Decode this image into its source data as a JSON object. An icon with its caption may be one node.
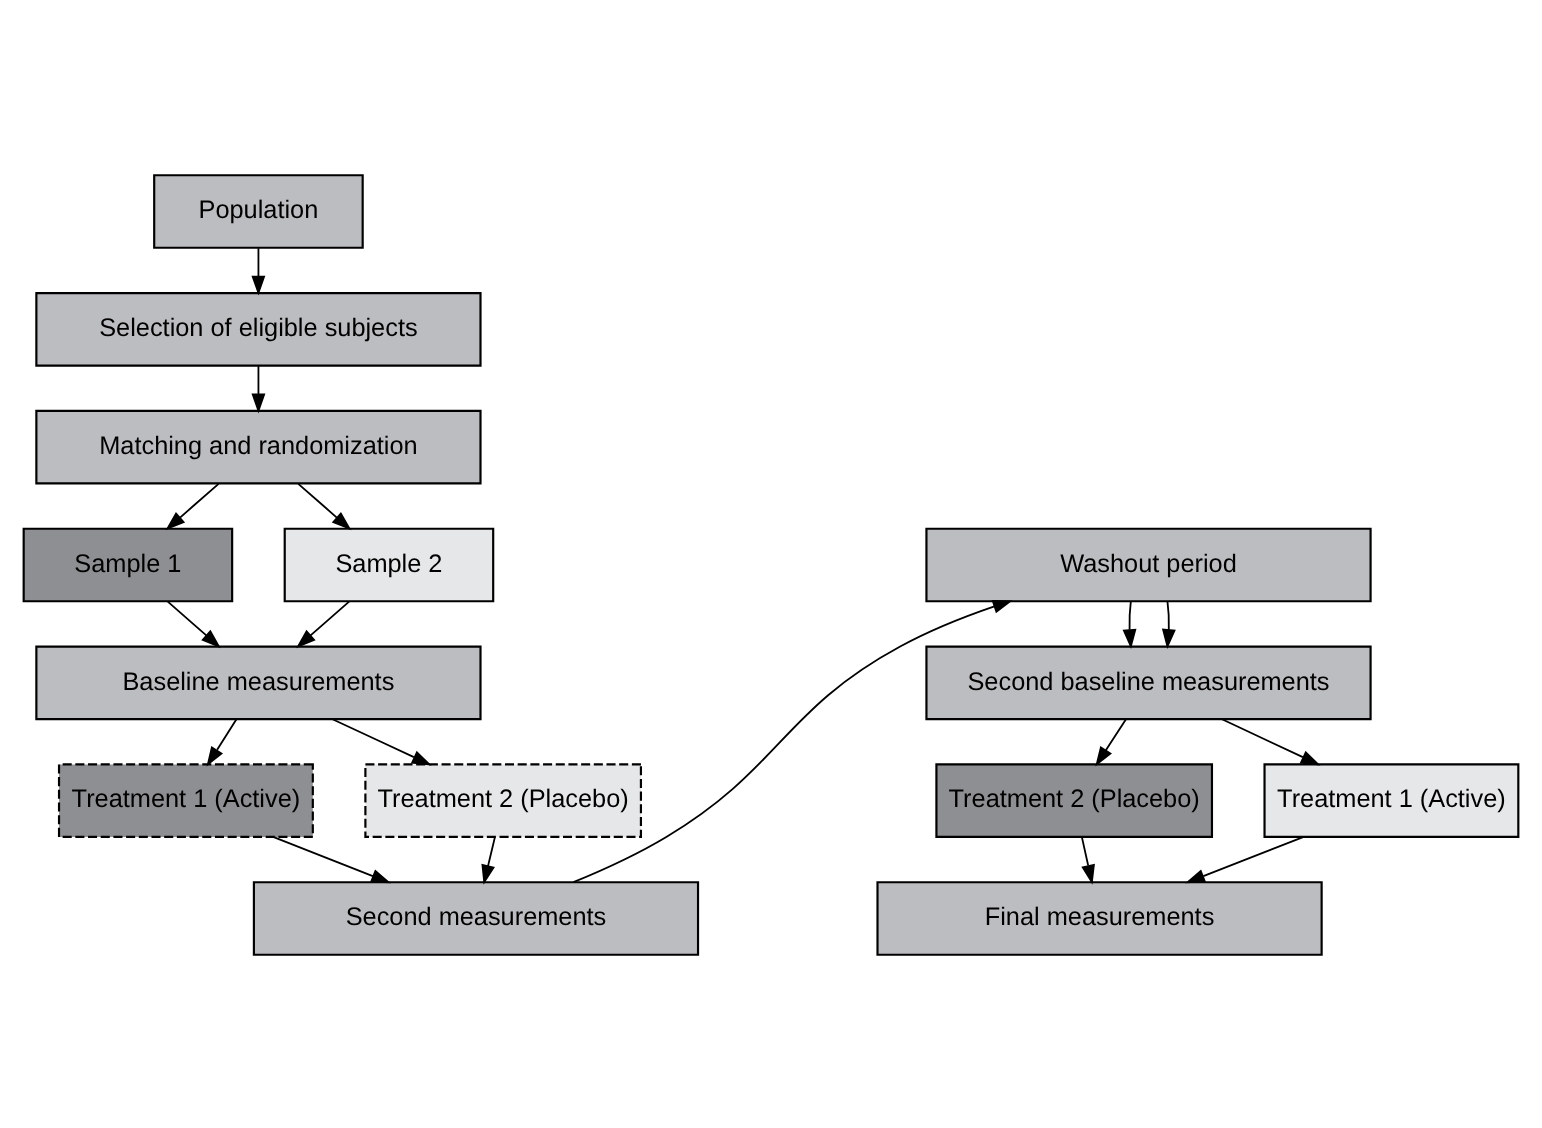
{
  "diagram": {
    "nodes": [
      {
        "text": [
          "Population"
        ]
      },
      {
        "text": [
          "Selection of eligible subjects"
        ]
      },
      {
        "text": [
          "Matching and randomization"
        ]
      },
      {
        "text": [
          "Sample 1"
        ]
      },
      {
        "text": [
          "Sample 2"
        ]
      },
      {
        "text": [
          "Baseline measurements"
        ]
      },
      {
        "text": [
          "Treatment 1 (Active)"
        ]
      },
      {
        "text": [
          "Treatment 2 (Placebo)"
        ]
      },
      {
        "text": [
          "Second measurements"
        ]
      },
      {
        "text": [
          "Washout period"
        ]
      },
      {
        "text": [
          "Second baseline measurements"
        ]
      },
      {
        "text": [
          "Treatment 2 (Placebo)"
        ]
      },
      {
        "text": [
          "Treatment 1 (Active)"
        ]
      },
      {
        "text": [
          "Final measurements"
        ]
      }
    ],
    "edges": [
      {
        "from": 0,
        "to": 1,
        "arrow": "to"
      },
      {
        "from": 1,
        "to": 2,
        "arrow": "to"
      },
      {
        "from": 2,
        "to": 3,
        "arrow": "to"
      },
      {
        "from": 2,
        "to": 4,
        "arrow": "to"
      },
      {
        "from": 3,
        "to": 5,
        "arrow": "to"
      },
      {
        "from": 4,
        "to": 5,
        "arrow": "to"
      },
      {
        "from": 5,
        "to": 6,
        "arrow": "to"
      },
      {
        "from": 5,
        "to": 7,
        "arrow": "to"
      },
      {
        "from": 6,
        "to": 8,
        "arrow": "to"
      },
      {
        "from": 7,
        "to": 8,
        "arrow": "to"
      },
      {
        "from": 8,
        "to": 9,
        "arrow": "to"
      },
      {
        "from": 9,
        "to": 10,
        "arrow": "to"
      },
      {
        "from": 9,
        "to": 10,
        "arrow": "to"
      },
      {
        "from": 10,
        "to": 11,
        "arrow": "to"
      },
      {
        "from": 10,
        "to": 12,
        "arrow": "to"
      },
      {
        "from": 11,
        "to": 13,
        "arrow": "to"
      },
      {
        "from": 12,
        "to": 13,
        "arrow": "to"
      }
    ]
  }
}
